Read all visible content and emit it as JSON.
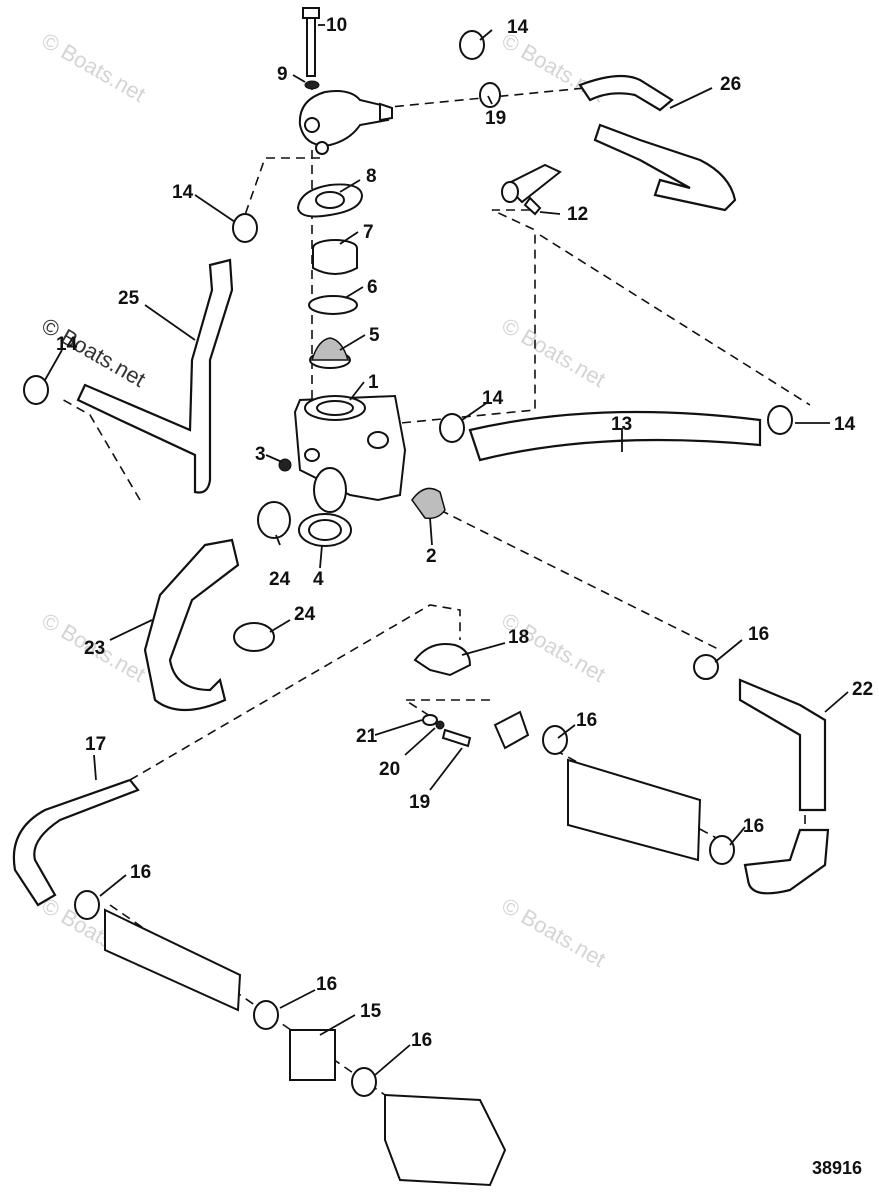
{
  "diagram": {
    "part_id": "38916",
    "watermarks": [
      "© Boats.net"
    ],
    "callouts": [
      "1",
      "2",
      "3",
      "4",
      "5",
      "6",
      "7",
      "8",
      "9",
      "10",
      "12",
      "13",
      "14",
      "15",
      "16",
      "17",
      "18",
      "19",
      "20",
      "21",
      "22",
      "23",
      "24",
      "25",
      "26"
    ]
  }
}
